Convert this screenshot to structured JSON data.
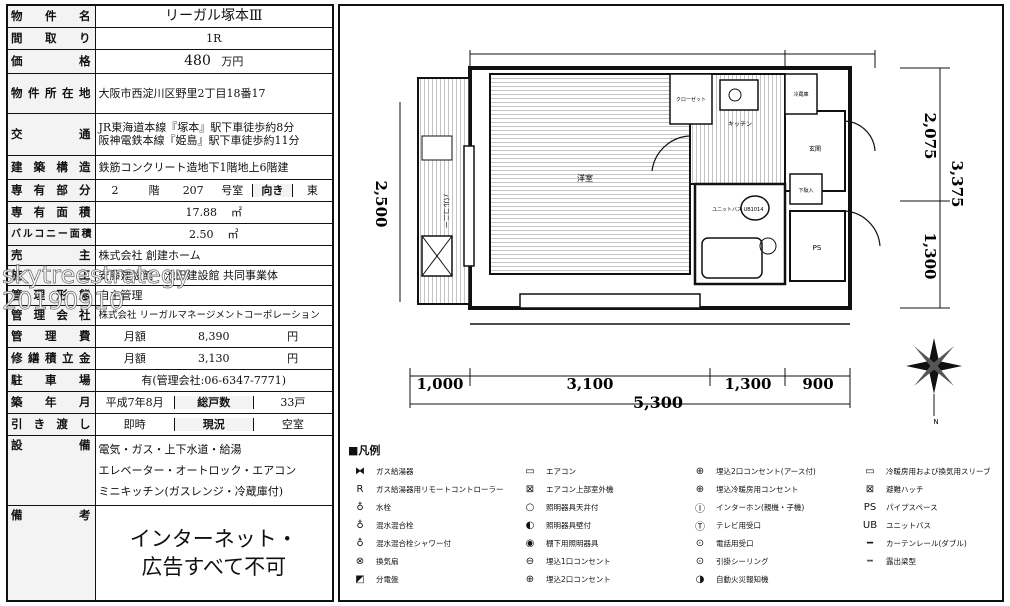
{
  "rows": [
    {
      "label": "物件名",
      "value": "リーガル塚本Ⅲ"
    },
    {
      "label": "間取り",
      "value": "1R"
    },
    {
      "label": "価格",
      "value": "480",
      "unit": "万円"
    },
    {
      "label": "物件所在地",
      "value": "大阪市西淀川区野里2丁目18番17"
    },
    {
      "label": "交通",
      "value": "JR東海道本線『塚本』駅下車徒歩約8分",
      "value2": "阪神電鉄本線『姫島』駅下車徒歩約11分"
    },
    {
      "label": "建築構造",
      "value": "鉄筋コンクリート造地下1階地上6階建"
    },
    {
      "label": "専有部分",
      "floor": "2",
      "floor_unit": "階",
      "room": "207",
      "room_unit": "号室",
      "aspect_label": "向き",
      "aspect": "東"
    },
    {
      "label": "専有面積",
      "value": "17.88",
      "unit": "㎡"
    },
    {
      "label": "バルコニー面積",
      "value": "2.50",
      "unit": "㎡"
    },
    {
      "label": "売主",
      "value": "株式会社 創建ホーム"
    },
    {
      "label": "施工",
      "value": "安藤建設館・池田建設館 共同事業体"
    },
    {
      "label": "管理形態",
      "value": "自主管理"
    },
    {
      "label": "管理会社",
      "value": "株式会社 リーガルマネージメントコーポレーション"
    },
    {
      "label": "管理費",
      "prefix": "月額",
      "value": "8,390",
      "unit": "円"
    },
    {
      "label": "修繕積立金",
      "prefix": "月額",
      "value": "3,130",
      "unit": "円"
    },
    {
      "label": "駐車場",
      "value": "有(管理会社:06-6347-7771)"
    },
    {
      "label": "築年月",
      "value": "平成7年8月",
      "sub_label": "総戸数",
      "sub_value": "33戸"
    },
    {
      "label": "引き渡し",
      "value": "即時",
      "sub_label": "現況",
      "sub_value": "空室"
    },
    {
      "label": "設備",
      "value": "電気・ガス・上下水道・給湯",
      "value2": "エレベーター・オートロック・エアコン",
      "value3": "ミニキッチン(ガスレンジ・冷蔵庫付)"
    },
    {
      "label": "備考",
      "value": "インターネット・",
      "value2": "広告すべて不可"
    }
  ],
  "watermark": {
    "line1": "skytreestrategy",
    "line2": "20190910"
  },
  "plan": {
    "dims_bottom": [
      "1,000",
      "3,100",
      "1,300",
      "900"
    ],
    "dim_total": "5,300",
    "dim_left": "2,500",
    "dims_right": [
      "2,075",
      "3,375",
      "1,300"
    ],
    "rooms": {
      "main": "洋室",
      "balcony": "バルコニー",
      "kitchen": "キッチン",
      "entrance": "玄関",
      "unitbath": "ユニットバス UB1014",
      "ps": "PS",
      "shoe": "下駄入",
      "closet": "クローゼット",
      "fridge": "冷蔵庫"
    },
    "compass": "N"
  },
  "legend": {
    "title": "■凡例",
    "items": [
      {
        "sym": "⧓",
        "text": "ガス給湯器"
      },
      {
        "sym": "▭",
        "text": "エアコン"
      },
      {
        "sym": "⊕",
        "text": "埋込2口コンセント(アース付)"
      },
      {
        "sym": "▭",
        "text": "冷暖房用および換気用スリーブ"
      },
      {
        "sym": "R",
        "text": "ガス給湯器用リモートコントローラー"
      },
      {
        "sym": "⊠",
        "text": "エアコン上部室外機"
      },
      {
        "sym": "⊕",
        "text": "埋込冷暖房用コンセント"
      },
      {
        "sym": "⊠",
        "text": "避難ハッチ"
      },
      {
        "sym": "♁",
        "text": "水栓"
      },
      {
        "sym": "○",
        "text": "照明器具天井付"
      },
      {
        "sym": "Ⓘ",
        "text": "インターホン(親機・子機)"
      },
      {
        "sym": "PS",
        "text": "パイプスペース"
      },
      {
        "sym": "♁",
        "text": "混水混合栓"
      },
      {
        "sym": "◐",
        "text": "照明器具壁付"
      },
      {
        "sym": "Ⓣ",
        "text": "テレビ用受口"
      },
      {
        "sym": "UB",
        "text": "ユニットバス"
      },
      {
        "sym": "♁",
        "text": "混水混合栓シャワー付"
      },
      {
        "sym": "◉",
        "text": "棚下用照明器具"
      },
      {
        "sym": "⊙",
        "text": "電話用受口"
      },
      {
        "sym": "━",
        "text": "カーテンレール(ダブル)"
      },
      {
        "sym": "⊗",
        "text": "換気扇"
      },
      {
        "sym": "⊖",
        "text": "埋込1口コンセント"
      },
      {
        "sym": "⊙",
        "text": "引掛シーリング"
      },
      {
        "sym": "┅",
        "text": "露出梁型"
      },
      {
        "sym": "◩",
        "text": "分電盤"
      },
      {
        "sym": "⊕",
        "text": "埋込2口コンセント"
      },
      {
        "sym": "◑",
        "text": "自動火災報知機"
      },
      {
        "sym": "",
        "text": ""
      }
    ]
  }
}
